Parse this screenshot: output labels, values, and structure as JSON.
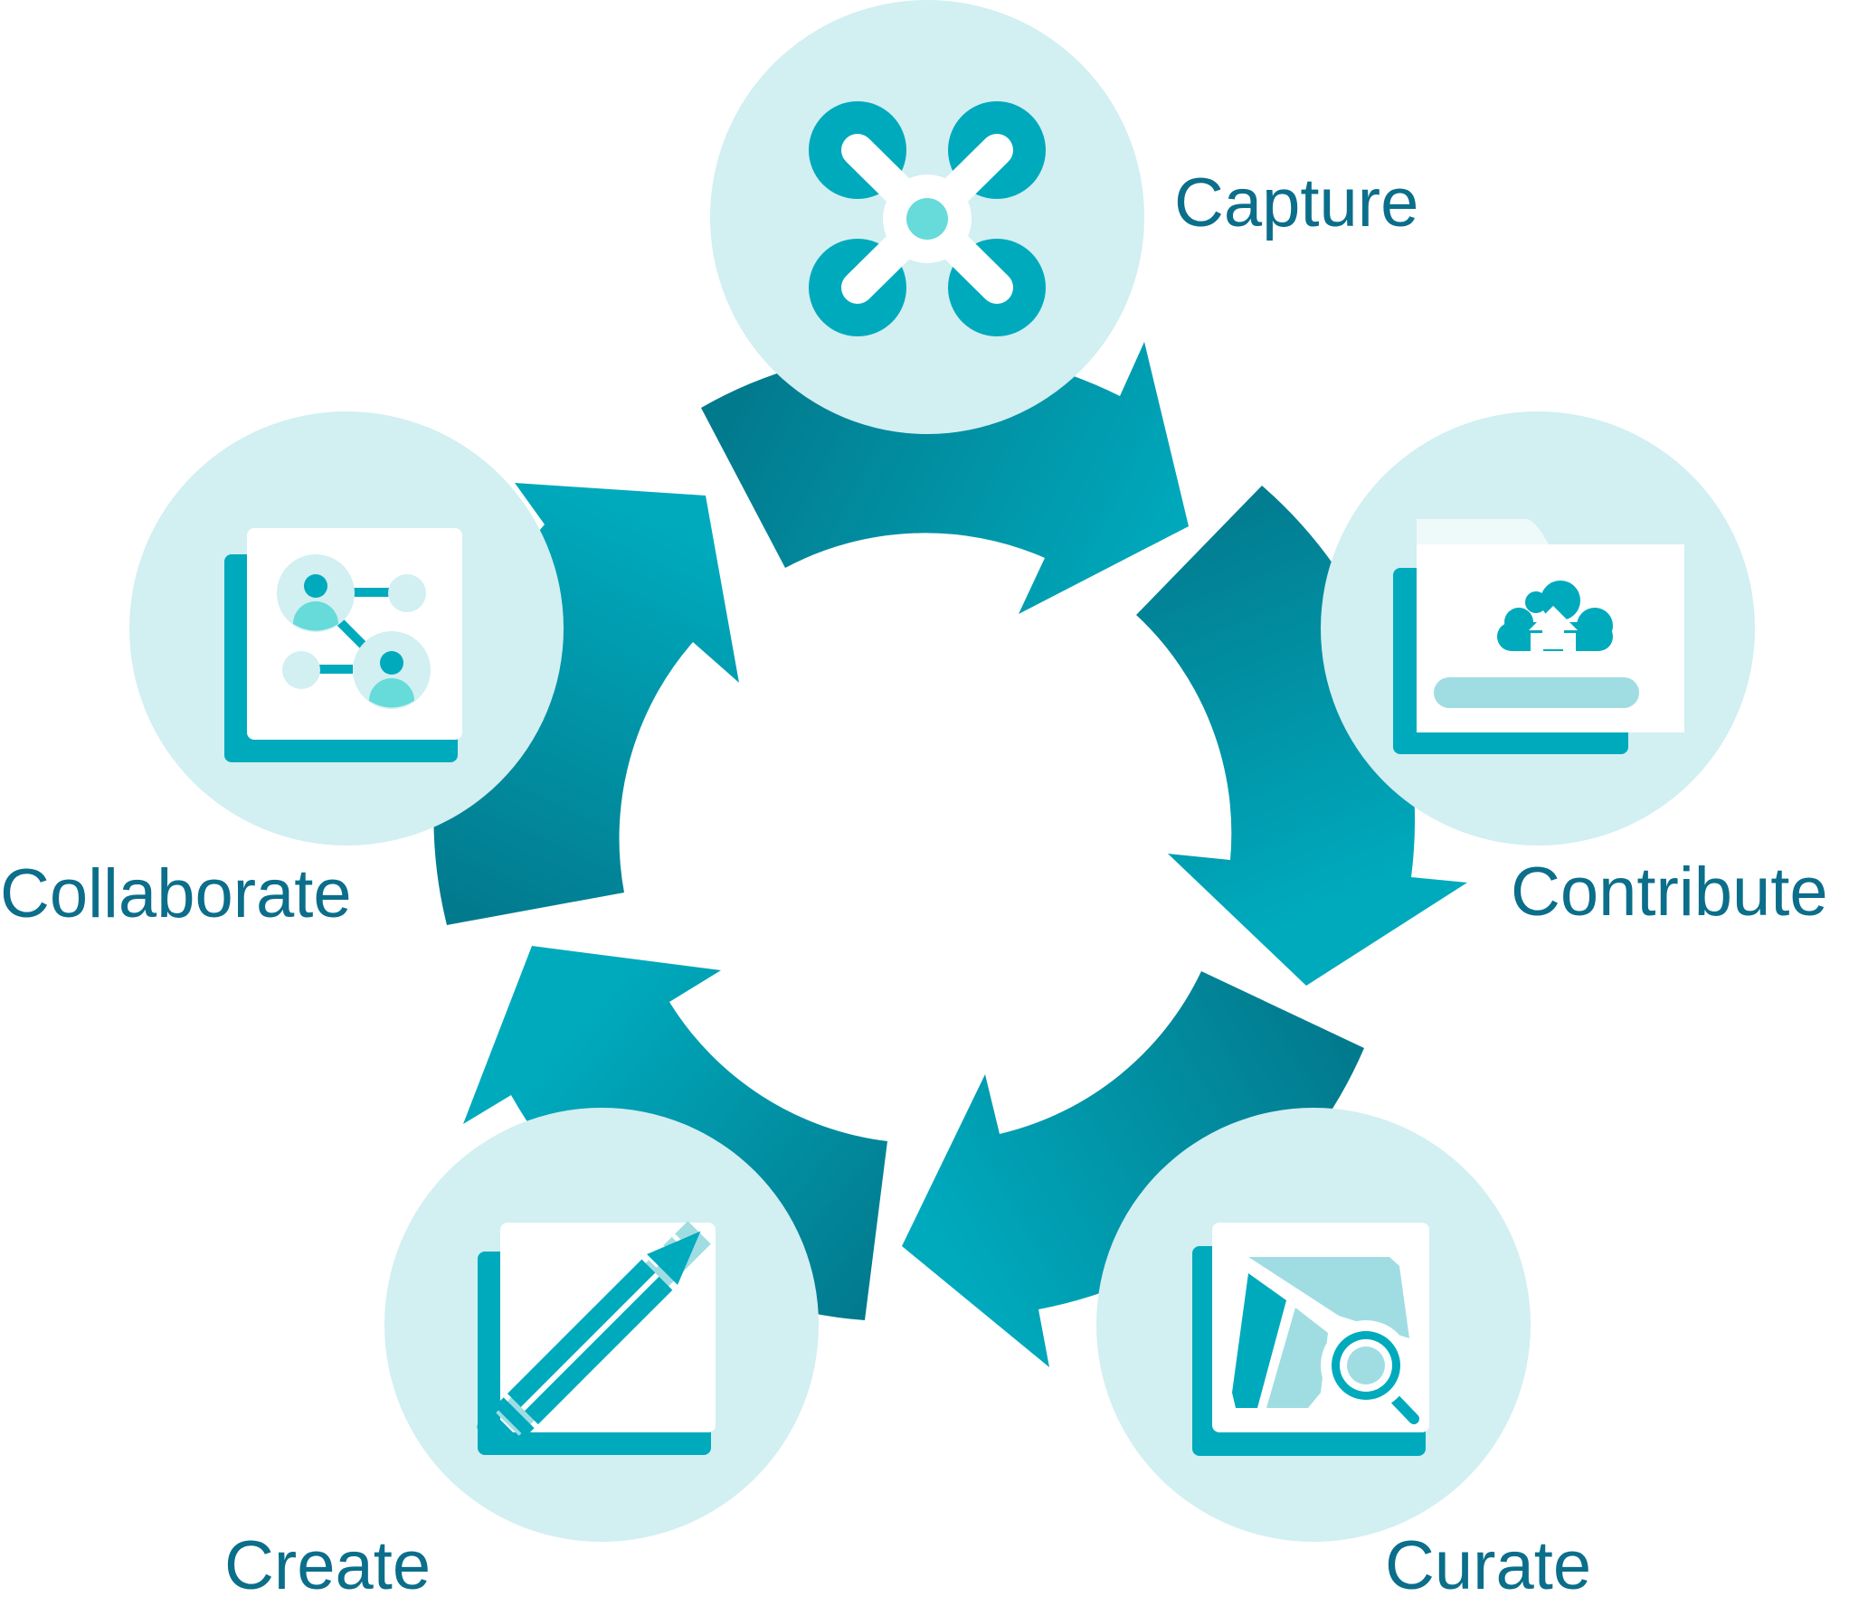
{
  "colors": {
    "arrow_light": "#00aabd",
    "arrow_dark": "#027a8e",
    "circle_fill": "#d2eff2",
    "icon_teal": "#00aabd",
    "icon_light_teal": "#66dbd9",
    "icon_pale": "#a0dde3",
    "label_text": "#0b6e8a"
  },
  "stages": [
    {
      "id": "capture",
      "label": "Capture",
      "icon": "drone-icon"
    },
    {
      "id": "contribute",
      "label": "Contribute",
      "icon": "folder-cloud-upload-icon"
    },
    {
      "id": "curate",
      "label": "Curate",
      "icon": "map-search-icon"
    },
    {
      "id": "create",
      "label": "Create",
      "icon": "pencil-ruler-icon"
    },
    {
      "id": "collaborate",
      "label": "Collaborate",
      "icon": "people-network-icon"
    }
  ]
}
